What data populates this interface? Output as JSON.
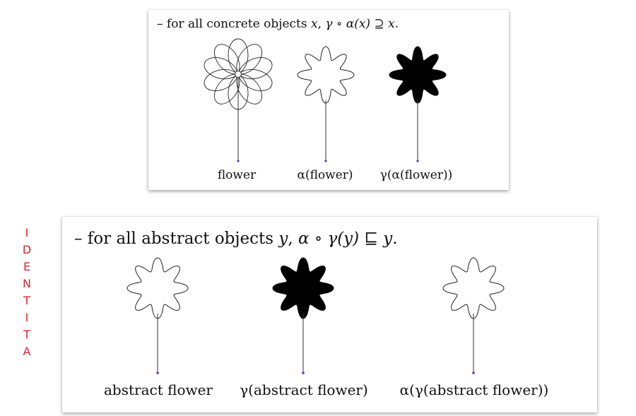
{
  "top_panel": {
    "heading": {
      "prefix": "– for all concrete objects ",
      "var": "x",
      "sep": ", ",
      "expr": "γ ∘ α(x) ⊇ x",
      "end": "."
    },
    "captions": [
      "flower",
      "α(flower)",
      "γ(α(flower))"
    ]
  },
  "bottom_panel": {
    "heading": {
      "prefix": "– for all abstract objects ",
      "var": "y",
      "sep": ", ",
      "expr": "α ∘ γ(y) ⊑ y",
      "end": "."
    },
    "captions": [
      "abstract flower",
      "γ(abstract flower)",
      "α(γ(abstract flower))"
    ]
  },
  "annotation": {
    "color": "#e8202a",
    "letters": [
      "I",
      "D",
      "E",
      "N",
      "T",
      "I",
      "T",
      "A"
    ]
  },
  "colors": {
    "stem_tip": "#4a3fd0"
  }
}
